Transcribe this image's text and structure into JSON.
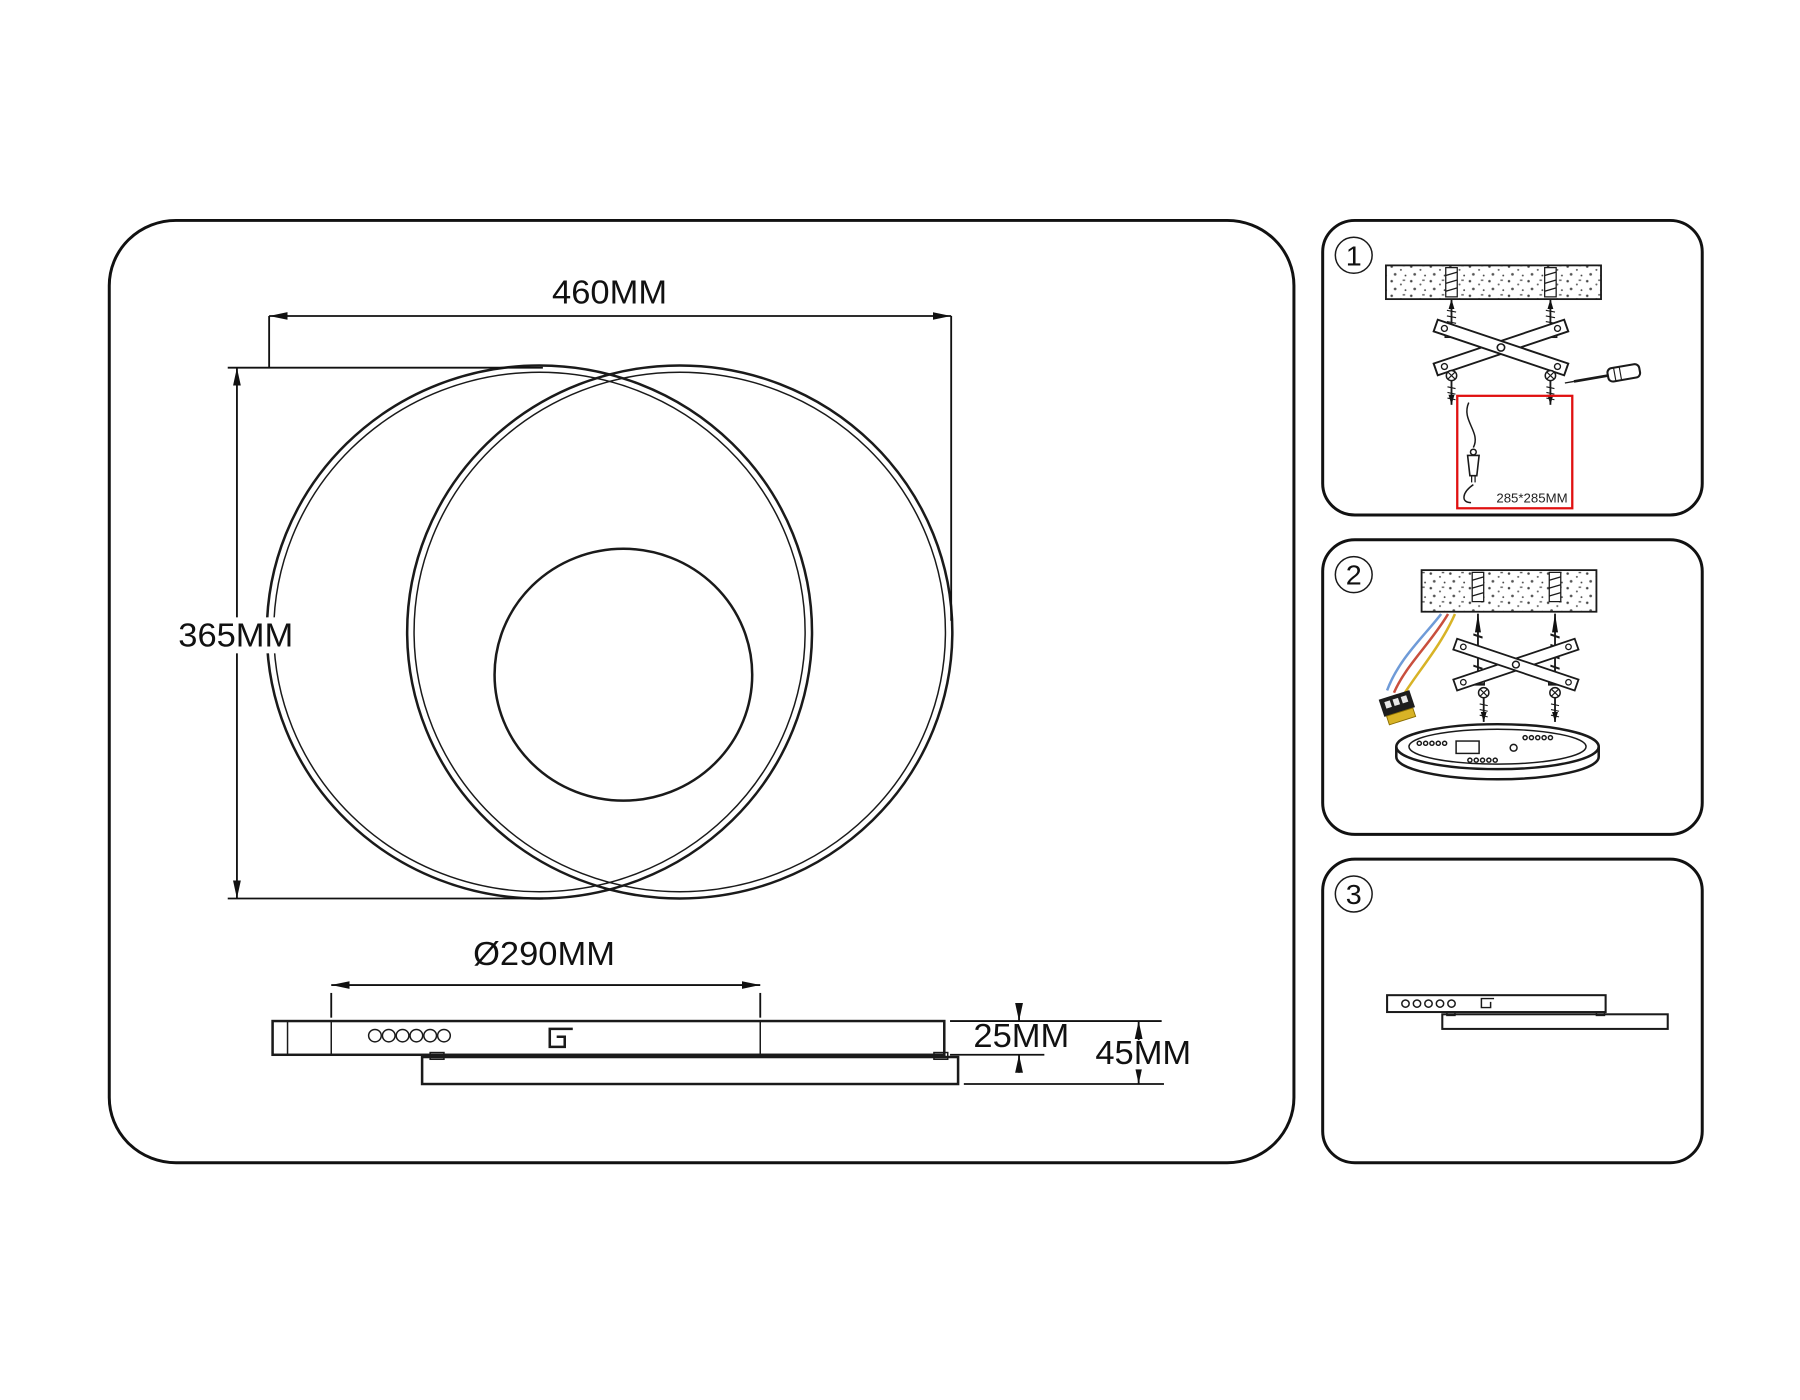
{
  "colors": {
    "line": "#1a1a1a",
    "red_box": "#e01010",
    "wire_blue": "#6f9bd8",
    "wire_red": "#c94f3d",
    "wire_yellow": "#d8b326",
    "connector_yellow": "#d8b326"
  },
  "main_view": {
    "dim_width": "460MM",
    "dim_height": "365MM",
    "dim_inner_diameter": "Ø290MM",
    "dim_thickness": "25MM",
    "dim_total_height": "45MM"
  },
  "steps": [
    {
      "number": "1",
      "note": "285*285MM"
    },
    {
      "number": "2"
    },
    {
      "number": "3"
    }
  ]
}
